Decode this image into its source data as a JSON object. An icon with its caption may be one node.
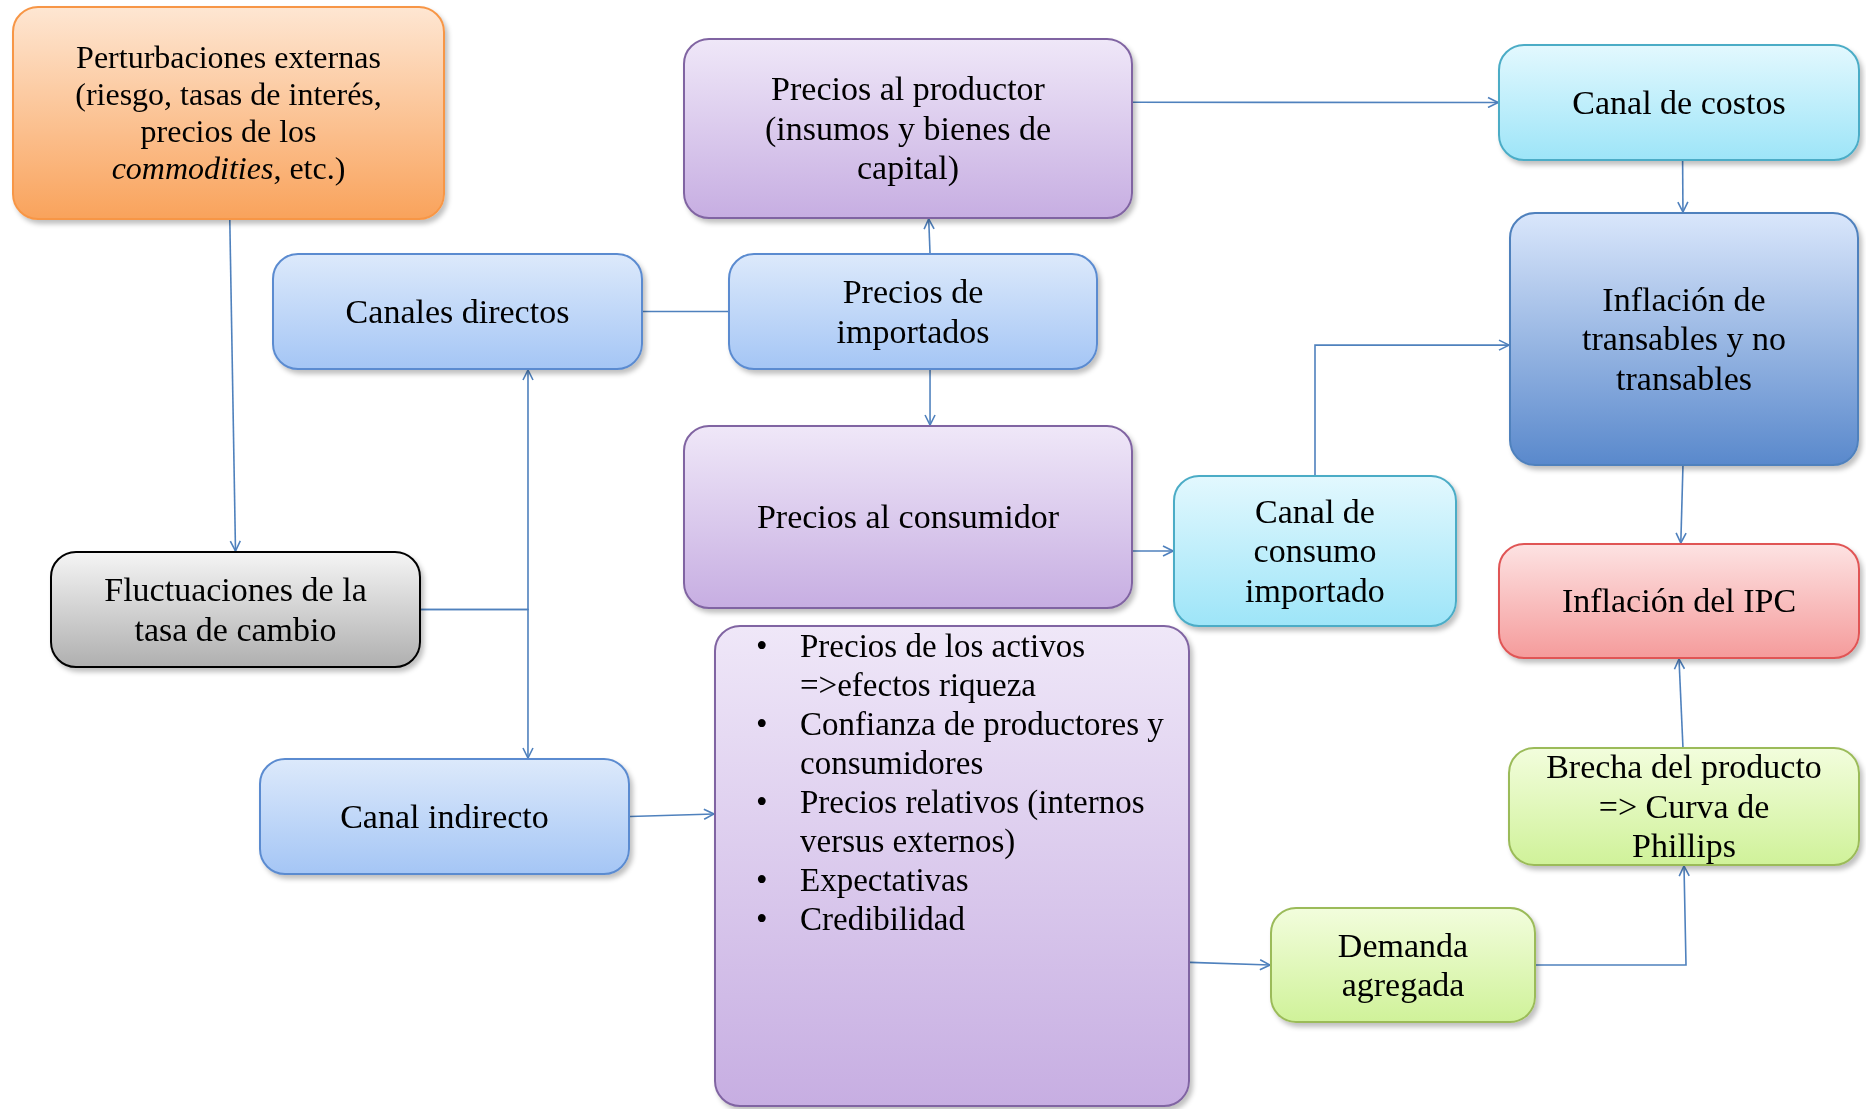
{
  "diagram": {
    "nodes": [
      {
        "text": [
          "Perturbaciones externas (riesgo, tasas de interés, precios de los *commodities*, etc.)"
        ]
      },
      {
        "text": [
          "Canales directos"
        ]
      },
      {
        "text": [
          "Precios al productor (insumos y bienes de capital)"
        ]
      },
      {
        "text": [
          "Precios de importados"
        ]
      },
      {
        "text": [
          "Precios al consumidor"
        ]
      },
      {
        "text": [
          "Canal de costos"
        ]
      },
      {
        "text": [
          "Inflación de transables y no transables"
        ]
      },
      {
        "text": [
          "Fluctuaciones de la tasa de cambio"
        ]
      },
      {
        "text": [
          "Canal de consumo importado"
        ]
      },
      {
        "text": [
          "Inflación del IPC"
        ]
      },
      {
        "text": [
          "Canal indirecto"
        ]
      },
      {
        "text": [
          "•",
          "Precios de los activos =>efectos riqueza",
          "•",
          "Confianza de productores y consumidores",
          "•",
          "Precios relativos (internos versus externos)",
          "•",
          "Expectativas",
          "•",
          "Credibilidad"
        ]
      },
      {
        "text": [
          "Brecha del producto  => Curva de Phillips"
        ]
      },
      {
        "text": [
          "Demanda agregada"
        ]
      }
    ],
    "edges": [
      {
        "from": 0,
        "to": 7,
        "arrow": "to"
      },
      {
        "from": 7,
        "to": 1,
        "arrow": "to"
      },
      {
        "from": 7,
        "to": 10,
        "arrow": "to"
      },
      {
        "from": 1,
        "to": 3,
        "arrow": "none"
      },
      {
        "from": 3,
        "to": 2,
        "arrow": "to"
      },
      {
        "from": 3,
        "to": 4,
        "arrow": "to"
      },
      {
        "from": 2,
        "to": 5,
        "arrow": "to"
      },
      {
        "from": 5,
        "to": 6,
        "arrow": "to"
      },
      {
        "from": 4,
        "to": 8,
        "arrow": "to"
      },
      {
        "from": 8,
        "to": 6,
        "arrow": "to"
      },
      {
        "from": 6,
        "to": 9,
        "arrow": "to"
      },
      {
        "from": 10,
        "to": 11,
        "arrow": "to"
      },
      {
        "from": 11,
        "to": 13,
        "arrow": "to"
      },
      {
        "from": 13,
        "to": 12,
        "arrow": "to"
      },
      {
        "from": 12,
        "to": 9,
        "arrow": "to"
      }
    ]
  }
}
